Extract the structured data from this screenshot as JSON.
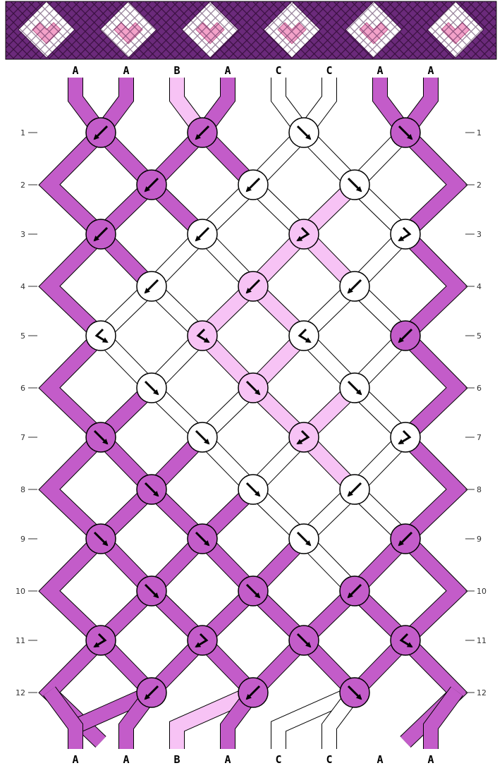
{
  "colors": {
    "A": "#c35cc9",
    "B": "#f7c3f5",
    "C": "#ffffff",
    "banner_bg": "#6b2a7b",
    "banner_grid": "#3a1040",
    "heart": "#f3a2c9",
    "outline": "#000000"
  },
  "top_labels": [
    "A",
    "A",
    "B",
    "A",
    "C",
    "C",
    "A",
    "A"
  ],
  "bottom_labels": [
    "A",
    "A",
    "B",
    "A",
    "C",
    "C",
    "A",
    "A"
  ],
  "row_numbers": [
    "1",
    "2",
    "3",
    "4",
    "5",
    "6",
    "7",
    "8",
    "9",
    "10",
    "11",
    "12"
  ],
  "banner": {
    "motif": "heart",
    "hearts": 6
  },
  "knots": [
    [
      {
        "c": "A",
        "d": "f"
      },
      {
        "c": "A",
        "d": "f"
      },
      {
        "c": "C",
        "d": "b"
      },
      {
        "c": "A",
        "d": "b"
      }
    ],
    [
      {
        "c": "A",
        "d": "f"
      },
      {
        "c": "C",
        "d": "f"
      },
      {
        "c": "C",
        "d": "b"
      }
    ],
    [
      {
        "c": "A",
        "d": "f"
      },
      {
        "c": "C",
        "d": "f"
      },
      {
        "c": "B",
        "d": "bf"
      },
      {
        "c": "C",
        "d": "bf"
      }
    ],
    [
      {
        "c": "C",
        "d": "f"
      },
      {
        "c": "B",
        "d": "f"
      },
      {
        "c": "C",
        "d": "f"
      }
    ],
    [
      {
        "c": "C",
        "d": "fb"
      },
      {
        "c": "B",
        "d": "fb"
      },
      {
        "c": "C",
        "d": "fb"
      },
      {
        "c": "A",
        "d": "f"
      }
    ],
    [
      {
        "c": "C",
        "d": "b"
      },
      {
        "c": "B",
        "d": "b"
      },
      {
        "c": "C",
        "d": "b"
      }
    ],
    [
      {
        "c": "A",
        "d": "b"
      },
      {
        "c": "C",
        "d": "b"
      },
      {
        "c": "B",
        "d": "bf"
      },
      {
        "c": "C",
        "d": "bf"
      }
    ],
    [
      {
        "c": "A",
        "d": "b"
      },
      {
        "c": "C",
        "d": "b"
      },
      {
        "c": "C",
        "d": "f"
      }
    ],
    [
      {
        "c": "A",
        "d": "b"
      },
      {
        "c": "A",
        "d": "b"
      },
      {
        "c": "C",
        "d": "b"
      },
      {
        "c": "A",
        "d": "f"
      }
    ],
    [
      {
        "c": "A",
        "d": "b"
      },
      {
        "c": "A",
        "d": "b"
      },
      {
        "c": "A",
        "d": "f"
      }
    ],
    [
      {
        "c": "A",
        "d": "bf"
      },
      {
        "c": "A",
        "d": "bf"
      },
      {
        "c": "A",
        "d": "b"
      },
      {
        "c": "A",
        "d": "fb"
      }
    ],
    [
      {
        "c": "A",
        "d": "f"
      },
      {
        "c": "A",
        "d": "f"
      },
      {
        "c": "A",
        "d": "b"
      }
    ]
  ]
}
